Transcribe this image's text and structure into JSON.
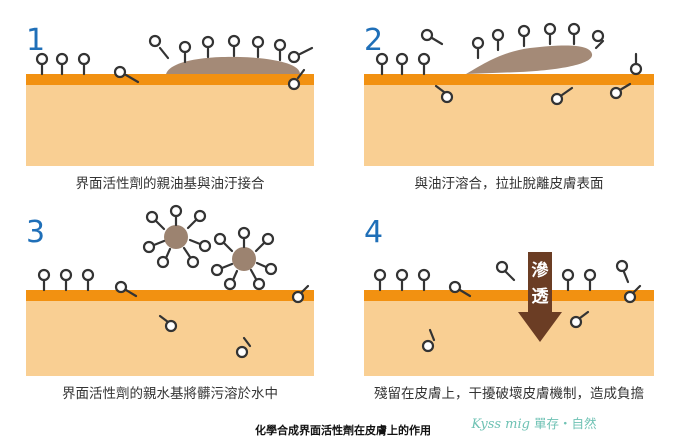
{
  "colors": {
    "skin": "#f9cf93",
    "surface": "#f29111",
    "oil": "#a48a77",
    "dirt": "#9c8370",
    "molecule": "#333333",
    "number": "#1f6fb8",
    "arrow": "#6b3d24",
    "brand": "#6fc2b4"
  },
  "panels": [
    {
      "number": "1",
      "caption": "界面活性劑的親油基與油汙接合"
    },
    {
      "number": "2",
      "caption": "與油汙溶合，拉扯脫離皮膚表面"
    },
    {
      "number": "3",
      "caption": "界面活性劑的親水基將髒污溶於水中"
    },
    {
      "number": "4",
      "caption": "殘留在皮膚上，干擾破壞皮膚機制，造成負擔"
    }
  ],
  "penetrate": [
    "滲",
    "透"
  ],
  "footer": {
    "title": "化學合成界面活性劑在皮膚上的作用",
    "brand_en": "Kyss mig",
    "brand_zh": "單存・自然"
  }
}
